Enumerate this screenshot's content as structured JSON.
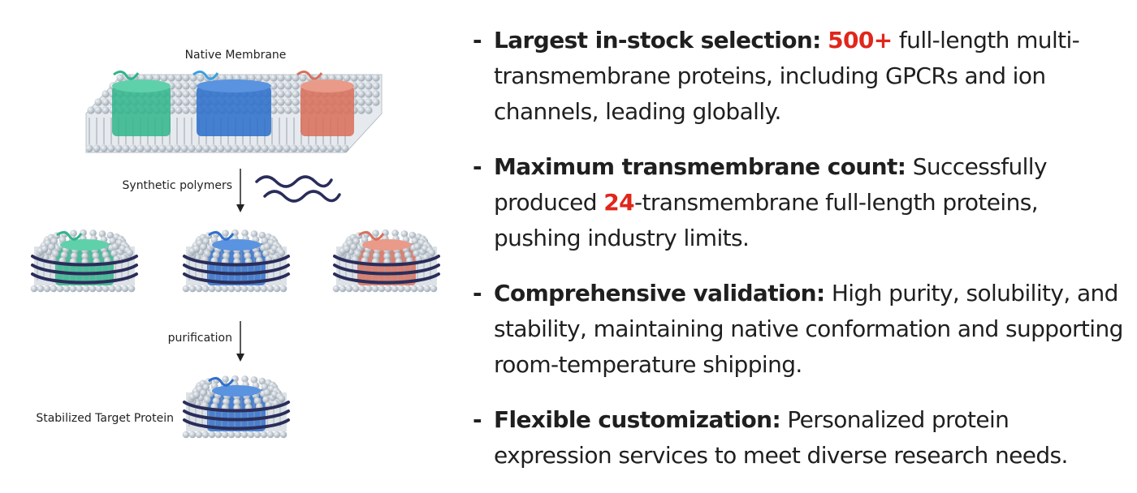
{
  "diagram": {
    "native_label": "Native Membrane",
    "polymers_label": "Synthetic polymers",
    "purification_label": "purification",
    "stabilized_label": "Stabilized Target Protein",
    "colors": {
      "green": "#2fb58a",
      "blue": "#2f6fcb",
      "red": "#d9705c",
      "lipid": "#c6ced6",
      "polymer": "#2a2d5a"
    }
  },
  "bullets": [
    {
      "title": "Largest in-stock selection:",
      "highlight": "500+",
      "text": " full-length multi-transmembrane proteins, including GPCRs and ion channels, leading globally."
    },
    {
      "title": "Maximum transmembrane count:",
      "text_pre": " Successfully produced ",
      "highlight": "24",
      "text_post": "-transmembrane full-length proteins, pushing industry limits."
    },
    {
      "title": "Comprehensive validation:",
      "text": " High purity, solubility, and stability, maintaining native conformation and supporting room-temperature shipping."
    },
    {
      "title": "Flexible customization:",
      "text": " Personalized protein expression services to meet diverse research needs."
    }
  ]
}
